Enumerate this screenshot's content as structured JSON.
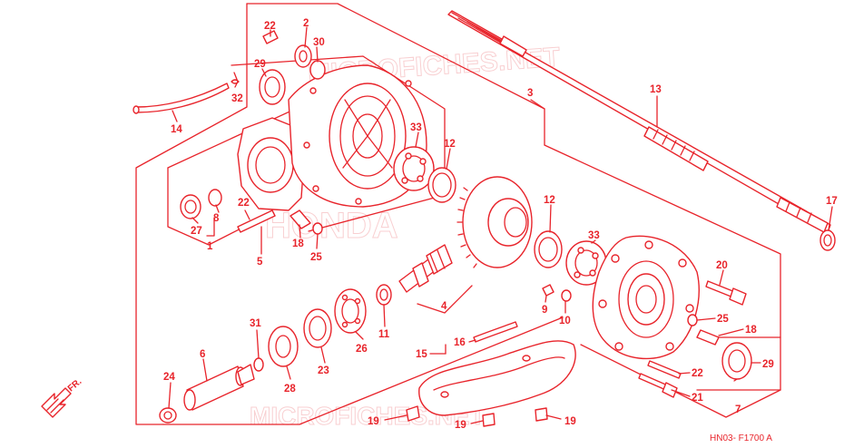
{
  "diagram": {
    "code_label": "HN03- F1700 A",
    "direction_label": "FR.",
    "watermarks": [
      "MICROFICHES.NET",
      "HONDA",
      "MICROFICHES.NET"
    ],
    "callouts": [
      {
        "id": "c22a",
        "text": "22"
      },
      {
        "id": "c2",
        "text": "2"
      },
      {
        "id": "c30",
        "text": "30"
      },
      {
        "id": "c29a",
        "text": "29"
      },
      {
        "id": "c32",
        "text": "32"
      },
      {
        "id": "c14",
        "text": "14"
      },
      {
        "id": "c3",
        "text": "3"
      },
      {
        "id": "c13",
        "text": "13"
      },
      {
        "id": "c17",
        "text": "17"
      },
      {
        "id": "c33a",
        "text": "33"
      },
      {
        "id": "c12a",
        "text": "12"
      },
      {
        "id": "c12b",
        "text": "12"
      },
      {
        "id": "c33b",
        "text": "33"
      },
      {
        "id": "c20",
        "text": "20"
      },
      {
        "id": "c25a",
        "text": "25"
      },
      {
        "id": "c18a",
        "text": "18"
      },
      {
        "id": "c29b",
        "text": "29"
      },
      {
        "id": "c22b",
        "text": "22"
      },
      {
        "id": "c21",
        "text": "21"
      },
      {
        "id": "c7",
        "text": "7"
      },
      {
        "id": "c9",
        "text": "9"
      },
      {
        "id": "c10",
        "text": "10"
      },
      {
        "id": "c4",
        "text": "4"
      },
      {
        "id": "c11",
        "text": "11"
      },
      {
        "id": "c26",
        "text": "26"
      },
      {
        "id": "c23",
        "text": "23"
      },
      {
        "id": "c28",
        "text": "28"
      },
      {
        "id": "c31",
        "text": "31"
      },
      {
        "id": "c6",
        "text": "6"
      },
      {
        "id": "c24",
        "text": "24"
      },
      {
        "id": "c16",
        "text": "16"
      },
      {
        "id": "c15",
        "text": "15"
      },
      {
        "id": "c19a",
        "text": "19"
      },
      {
        "id": "c19b",
        "text": "19"
      },
      {
        "id": "c19c",
        "text": "19"
      },
      {
        "id": "c27",
        "text": "27"
      },
      {
        "id": "c8",
        "text": "8"
      },
      {
        "id": "c1",
        "text": "1"
      },
      {
        "id": "c22c",
        "text": "22"
      },
      {
        "id": "c18b",
        "text": "18"
      },
      {
        "id": "c25b",
        "text": "25"
      },
      {
        "id": "c5",
        "text": "5"
      }
    ],
    "colors": {
      "line": "#e8242b",
      "background": "#ffffff",
      "watermark": "#f4a9ac"
    }
  }
}
